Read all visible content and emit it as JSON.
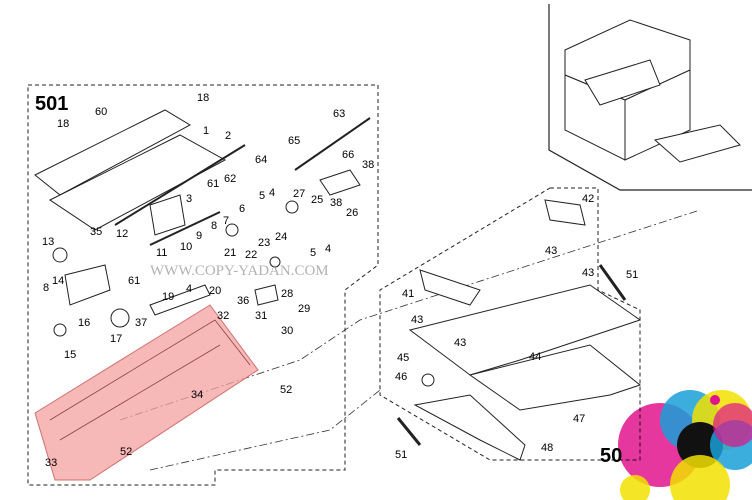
{
  "diagram": {
    "group_labels": [
      "501",
      "50"
    ],
    "watermark": "WWW.COPY-YADAN.COM",
    "highlight_color": "#f4a0a0",
    "part_labels": [
      {
        "id": "p18a",
        "text": "18"
      },
      {
        "id": "p60",
        "text": "60"
      },
      {
        "id": "p18b",
        "text": "18"
      },
      {
        "id": "p1",
        "text": "1"
      },
      {
        "id": "p2",
        "text": "2"
      },
      {
        "id": "p63",
        "text": "63"
      },
      {
        "id": "p65",
        "text": "65"
      },
      {
        "id": "p64",
        "text": "64"
      },
      {
        "id": "p66",
        "text": "66"
      },
      {
        "id": "p38a",
        "text": "38"
      },
      {
        "id": "p61a",
        "text": "61"
      },
      {
        "id": "p62",
        "text": "62"
      },
      {
        "id": "p3",
        "text": "3"
      },
      {
        "id": "p27",
        "text": "27"
      },
      {
        "id": "p25",
        "text": "25"
      },
      {
        "id": "p38b",
        "text": "38"
      },
      {
        "id": "p5a",
        "text": "5"
      },
      {
        "id": "p4a",
        "text": "4"
      },
      {
        "id": "p6",
        "text": "6"
      },
      {
        "id": "p26",
        "text": "26"
      },
      {
        "id": "p35",
        "text": "35"
      },
      {
        "id": "p12",
        "text": "12"
      },
      {
        "id": "p7",
        "text": "7"
      },
      {
        "id": "p8a",
        "text": "8"
      },
      {
        "id": "p9",
        "text": "9"
      },
      {
        "id": "p24",
        "text": "24"
      },
      {
        "id": "p23",
        "text": "23"
      },
      {
        "id": "p10",
        "text": "10"
      },
      {
        "id": "p13",
        "text": "13"
      },
      {
        "id": "p4b",
        "text": "4"
      },
      {
        "id": "p5b",
        "text": "5"
      },
      {
        "id": "p22",
        "text": "22"
      },
      {
        "id": "p21",
        "text": "21"
      },
      {
        "id": "p11",
        "text": "11"
      },
      {
        "id": "p61b",
        "text": "61"
      },
      {
        "id": "p14",
        "text": "14"
      },
      {
        "id": "p8b",
        "text": "8"
      },
      {
        "id": "p4c",
        "text": "4"
      },
      {
        "id": "p20",
        "text": "20"
      },
      {
        "id": "p28",
        "text": "28"
      },
      {
        "id": "p19",
        "text": "19"
      },
      {
        "id": "p29",
        "text": "29"
      },
      {
        "id": "p36",
        "text": "36"
      },
      {
        "id": "p16",
        "text": "16"
      },
      {
        "id": "p37",
        "text": "37"
      },
      {
        "id": "p32",
        "text": "32"
      },
      {
        "id": "p31",
        "text": "31"
      },
      {
        "id": "p30",
        "text": "30"
      },
      {
        "id": "p17",
        "text": "17"
      },
      {
        "id": "p15",
        "text": "15"
      },
      {
        "id": "p52a",
        "text": "52"
      },
      {
        "id": "p34",
        "text": "34"
      },
      {
        "id": "p52b",
        "text": "52"
      },
      {
        "id": "p33",
        "text": "33"
      },
      {
        "id": "p42",
        "text": "42"
      },
      {
        "id": "p43a",
        "text": "43"
      },
      {
        "id": "p43b",
        "text": "43"
      },
      {
        "id": "p51a",
        "text": "51"
      },
      {
        "id": "p41",
        "text": "41"
      },
      {
        "id": "p43c",
        "text": "43"
      },
      {
        "id": "p43d",
        "text": "43"
      },
      {
        "id": "p45",
        "text": "45"
      },
      {
        "id": "p44",
        "text": "44"
      },
      {
        "id": "p46",
        "text": "46"
      },
      {
        "id": "p47",
        "text": "47"
      },
      {
        "id": "p51b",
        "text": "51"
      },
      {
        "id": "p48",
        "text": "48"
      }
    ]
  }
}
